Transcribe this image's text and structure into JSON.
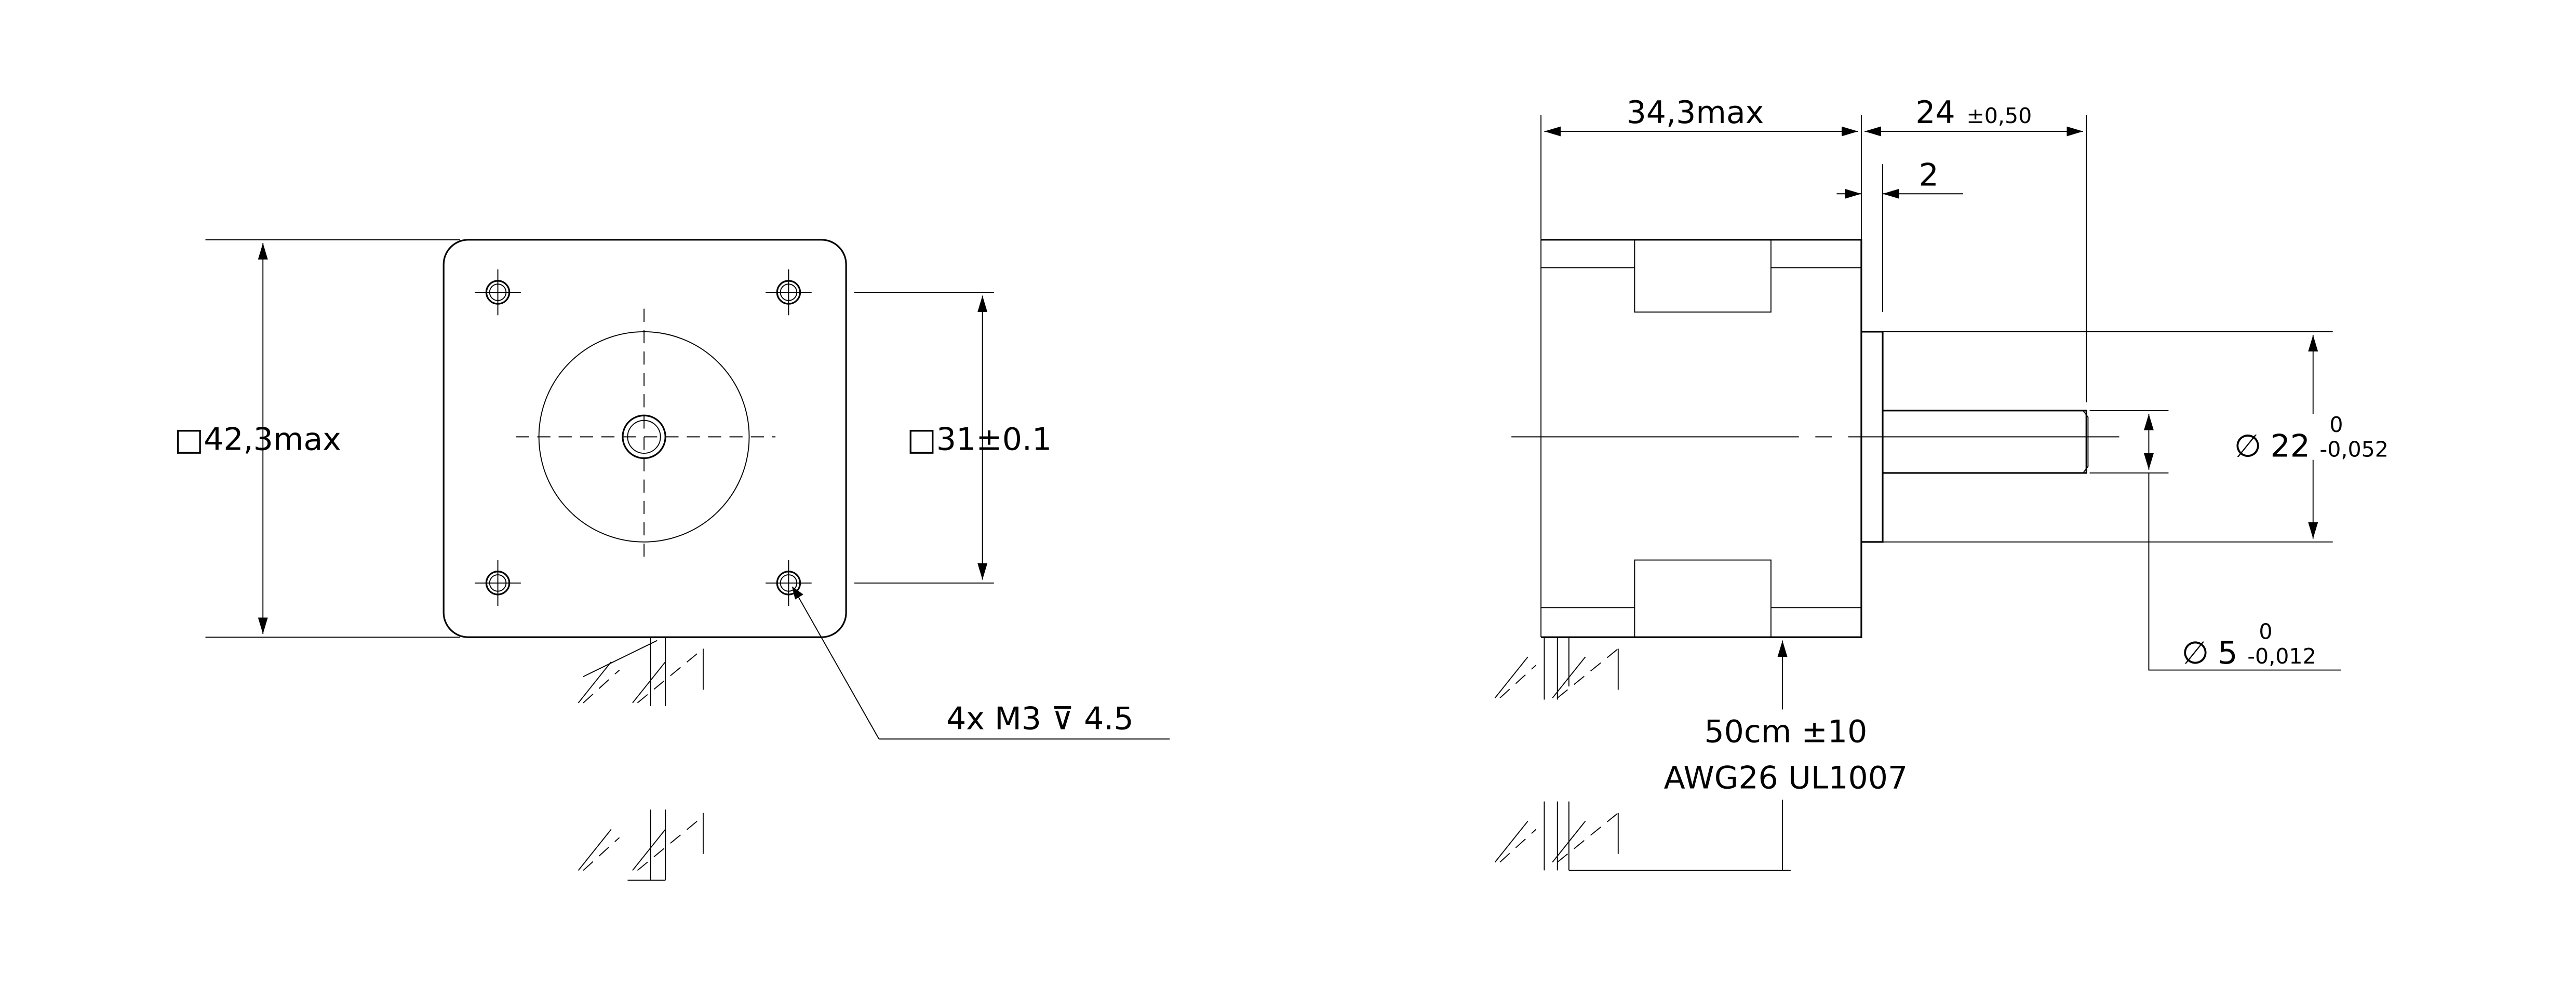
{
  "front_view": {
    "outline_dim": "□42,3max",
    "hole_spacing_dim": "□31±0.1",
    "hole_callout": "4x M3 ⊽ 4.5"
  },
  "side_view": {
    "body_length": "34,3max",
    "shaft_length": "24",
    "shaft_length_tol": "±0,50",
    "flange_dim": "2",
    "pilot_symbol": "∅",
    "pilot_dia": "22",
    "pilot_tol_upper": "0",
    "pilot_tol_lower": "-0,052",
    "shaft_symbol": "∅",
    "shaft_dia": "5",
    "shaft_tol_upper": "0",
    "shaft_tol_lower": "-0,012",
    "cable_length": "50cm ±10",
    "cable_spec": "AWG26 UL1007"
  }
}
